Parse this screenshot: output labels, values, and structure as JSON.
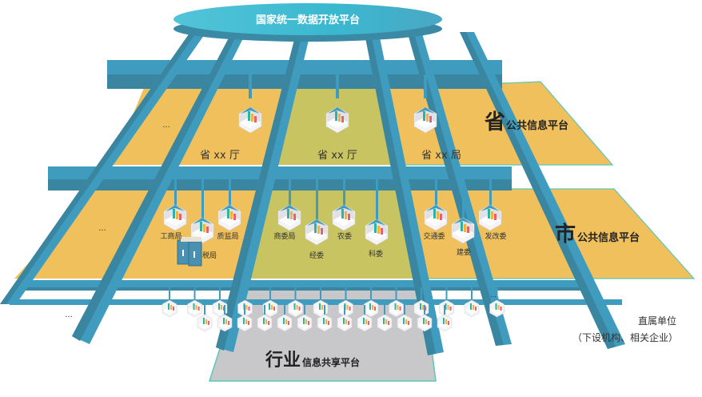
{
  "top_platform": {
    "label": "国家统一数据开放平台"
  },
  "province": {
    "big": "省",
    "suffix": "公共信息平台",
    "ellipsis": "...",
    "departments": [
      "省 xx 厅",
      "省 xx 厅",
      "省 xx 局"
    ]
  },
  "city": {
    "big": "市",
    "suffix": "公共信息平台",
    "ellipsis": "...",
    "departments": [
      "工商局",
      "税局",
      "质监局",
      "商委局",
      "经委",
      "农委",
      "科委",
      "交通委",
      "建委",
      "发改委"
    ]
  },
  "direct_units": {
    "title": "直属单位",
    "subtitle": "（下设机构、相关企业）",
    "ellipsis_left": "...",
    "ellipsis_right": "..."
  },
  "industry": {
    "big": "行业",
    "suffix": "信息共享平台"
  },
  "colors": {
    "beam": "#3f9cbf",
    "beam_dark": "#3a86a0",
    "orange": "#f0c05c",
    "olive": "#c9c462",
    "gray": "#c8c8ca",
    "teal_edge": "#5cc6b8",
    "ellipse": "#40b8d0"
  }
}
